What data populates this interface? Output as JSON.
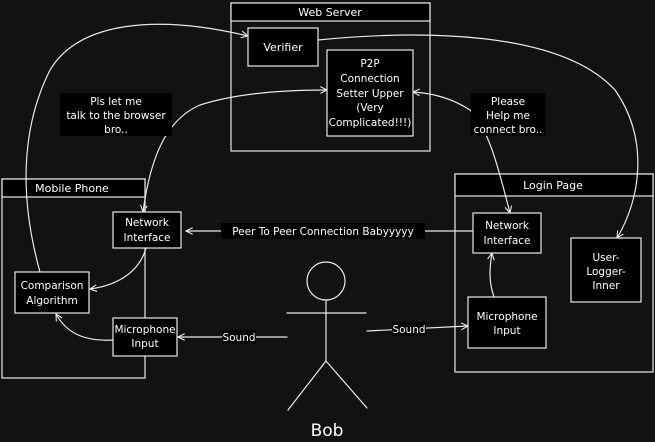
{
  "containers": {
    "web_server": "Web Server",
    "mobile_phone": "Mobile Phone",
    "login_page": "Login Page"
  },
  "nodes": {
    "verifier": "Verifier",
    "p2p": [
      "P2P",
      "Connection",
      "Setter Upper",
      "(Very",
      "Complicated!!!)"
    ],
    "phone_network": [
      "Network",
      "Interface"
    ],
    "comparison": [
      "Comparison",
      "Algorithm"
    ],
    "phone_mic": [
      "Microphone",
      "Input"
    ],
    "login_network": [
      "Network",
      "Interface"
    ],
    "login_mic": [
      "Microphone",
      "Input"
    ],
    "user_logger": [
      "User-",
      "Logger-",
      "Inner"
    ]
  },
  "edge_labels": {
    "pls_let_me": [
      "Pls let me",
      "talk to the browser",
      "bro.."
    ],
    "please_help": [
      "Please",
      "Help me",
      "connect bro.."
    ],
    "p2p_link": "Peer To Peer Connection Babyyyyy",
    "sound_left": "Sound",
    "sound_right": "Sound"
  },
  "actor": {
    "name": "Bob"
  }
}
